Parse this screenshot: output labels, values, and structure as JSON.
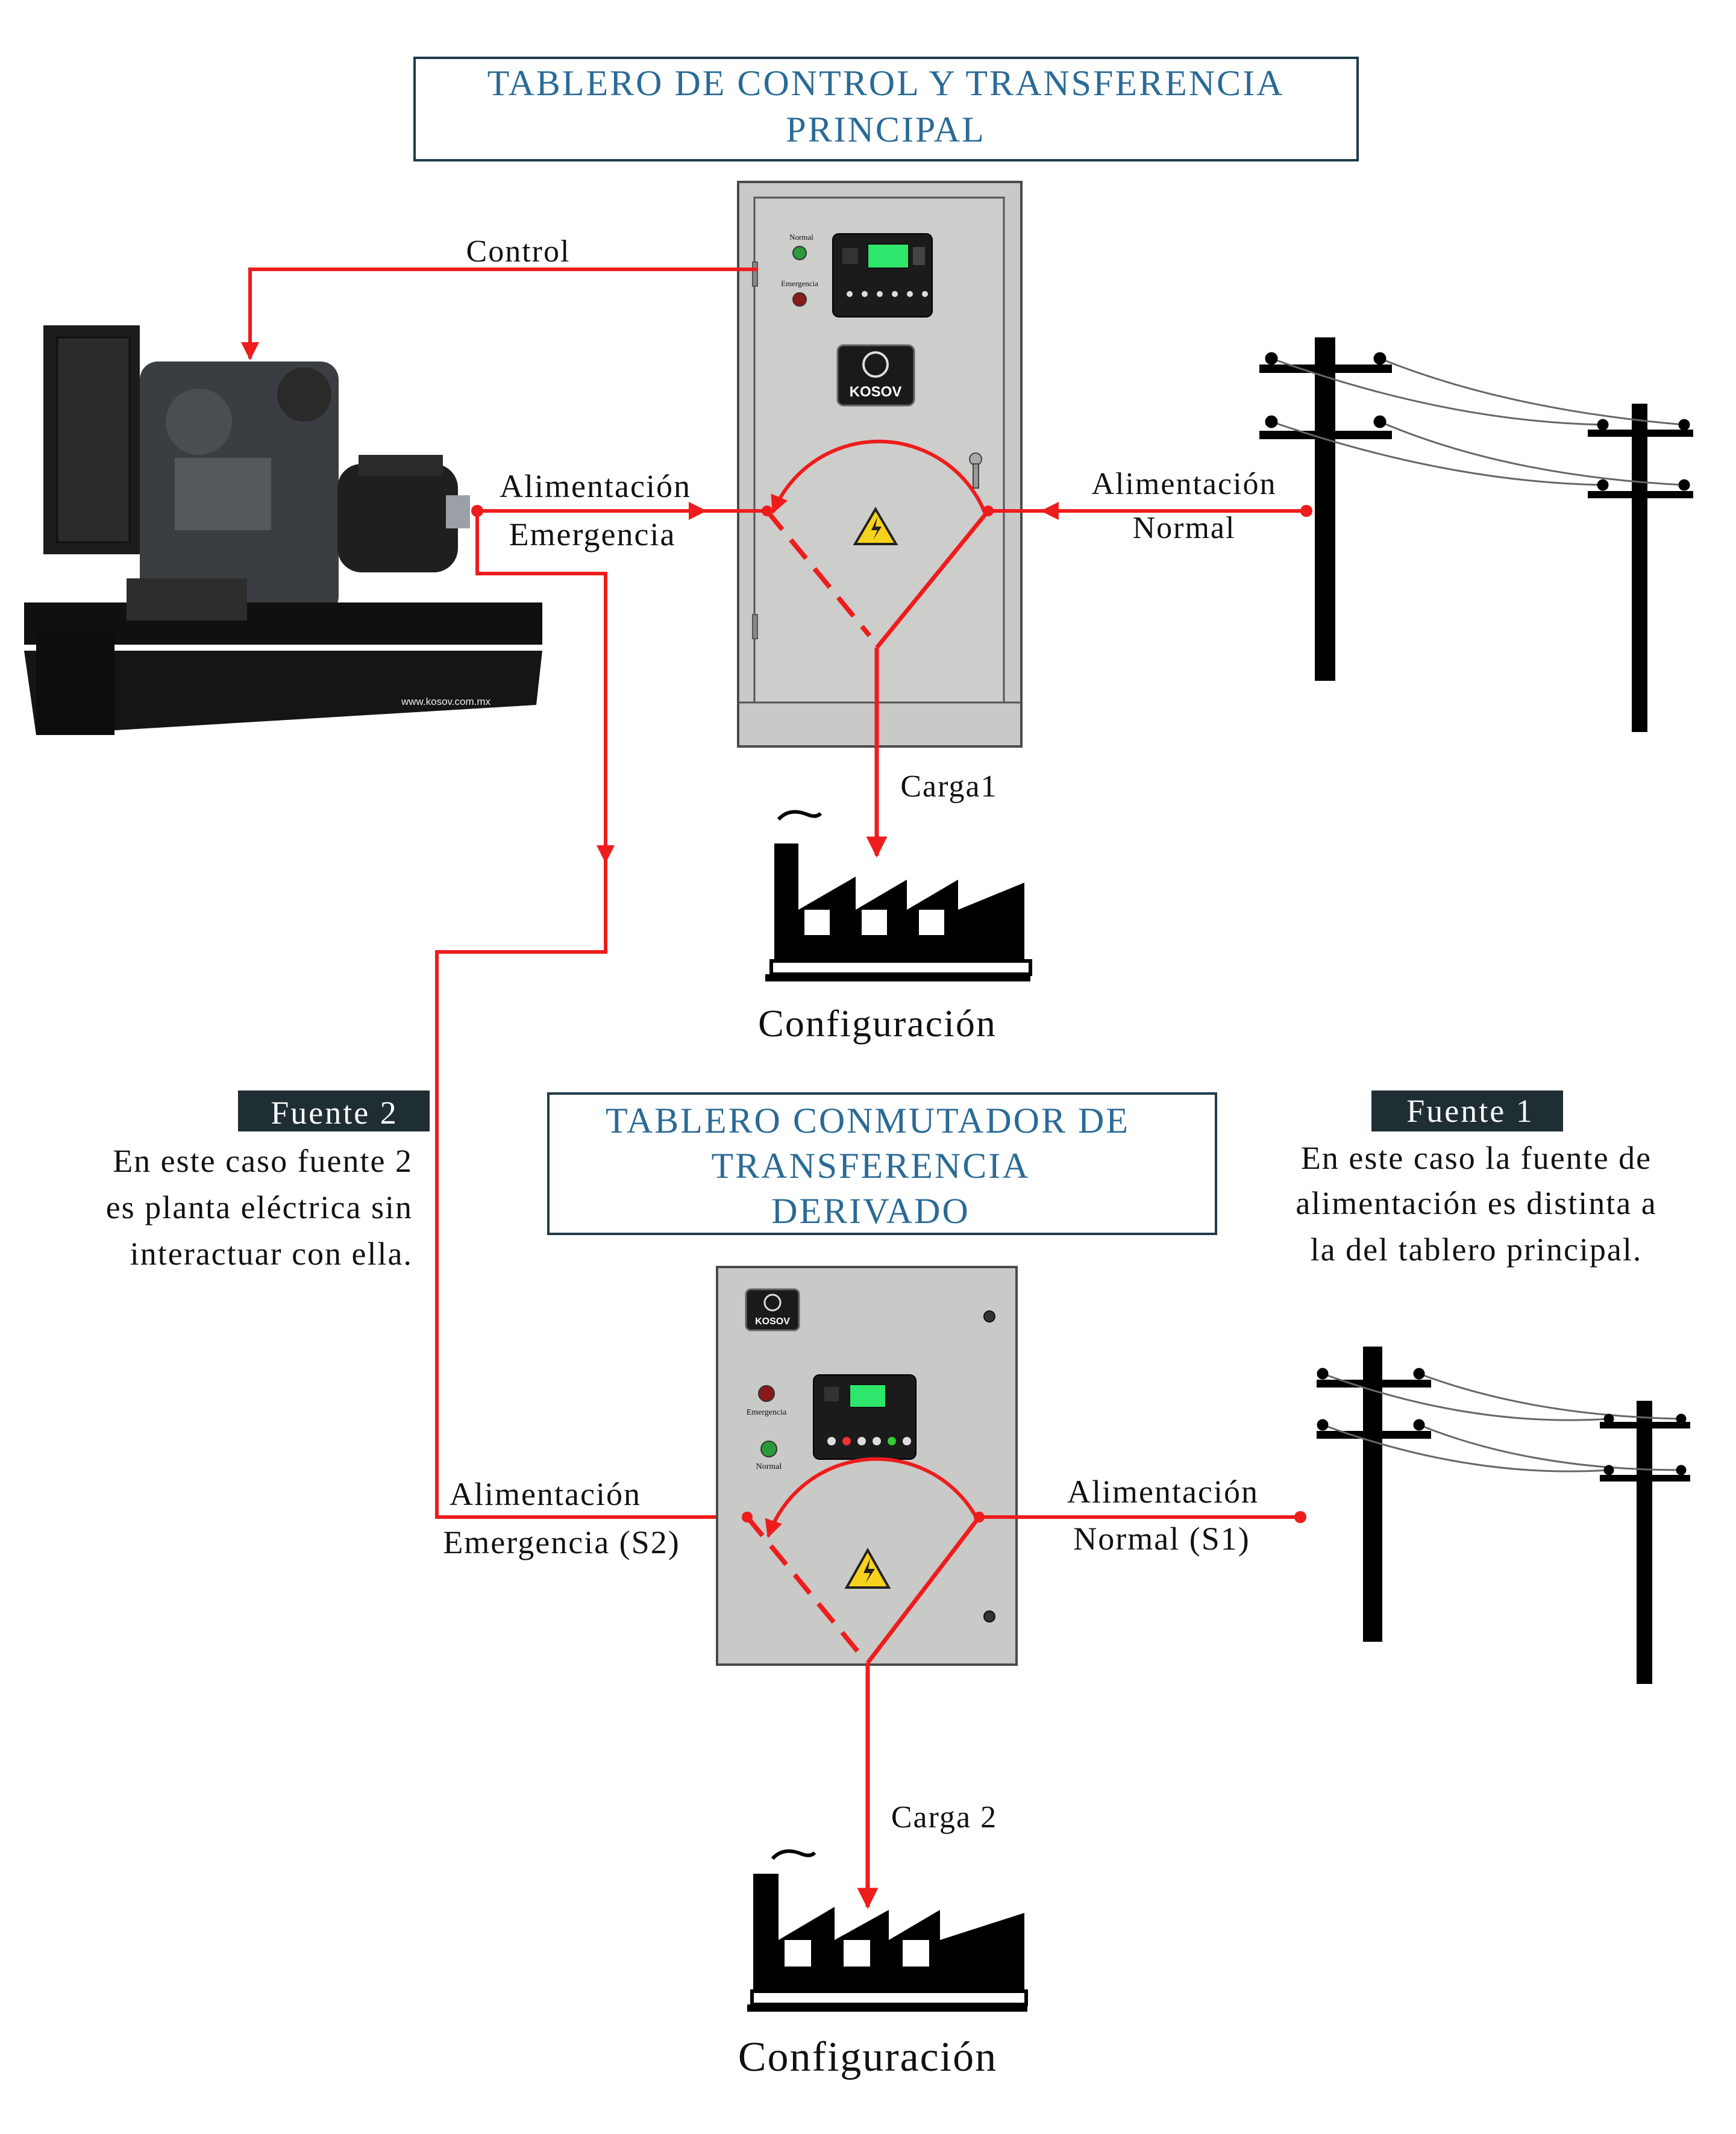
{
  "colors": {
    "wire": "#ee1c1c",
    "title_text": "#2a6a96",
    "title_border": "#1f3a4a",
    "panel_fill": "#c9c9c7",
    "panel_border": "#4a4a4a",
    "badge_bg": "#1f2e33",
    "badge_text": "#ffffff",
    "lcd_green": "#2ee66b",
    "warning_yellow": "#f7d21c"
  },
  "main_panel": {
    "title_line1": "TABLERO DE  CONTROL Y TRANSFERENCIA",
    "title_line2": "PRINCIPAL",
    "indicator_normal": "Normal",
    "indicator_emergencia": "Emergencia",
    "logo_text": "KOSOV",
    "labels": {
      "control": "Control",
      "alim_emergencia_1": "Alimentación",
      "alim_emergencia_2": "Emergencia",
      "alim_normal_1": "Alimentación",
      "alim_normal_2": "Normal",
      "carga": "Carga1",
      "configuracion": "Configuración"
    }
  },
  "generator": {
    "website": "www.kosov.com.mx"
  },
  "derived_panel": {
    "title_line1": "TABLERO  CONMUTADOR DE",
    "title_line2": "TRANSFERENCIA",
    "title_line3": "DERIVADO",
    "logo_text": "KOSOV",
    "indicator_emergencia": "Emergencia",
    "indicator_normal": "Normal",
    "labels": {
      "alim_emergencia_1": "Alimentación",
      "alim_emergencia_2": "Emergencia (S2)",
      "alim_normal_1": "Alimentación",
      "alim_normal_2": "Normal (S1)",
      "carga": "Carga 2",
      "configuracion": "Configuración"
    }
  },
  "fuente2": {
    "badge": "Fuente 2",
    "line1": "En este caso fuente 2",
    "line2": "es planta eléctrica sin",
    "line3": "interactuar con ella."
  },
  "fuente1": {
    "badge": "Fuente 1",
    "line1": "En este caso la fuente de",
    "line2": "alimentación es distinta a",
    "line3": "la del tablero principal."
  }
}
